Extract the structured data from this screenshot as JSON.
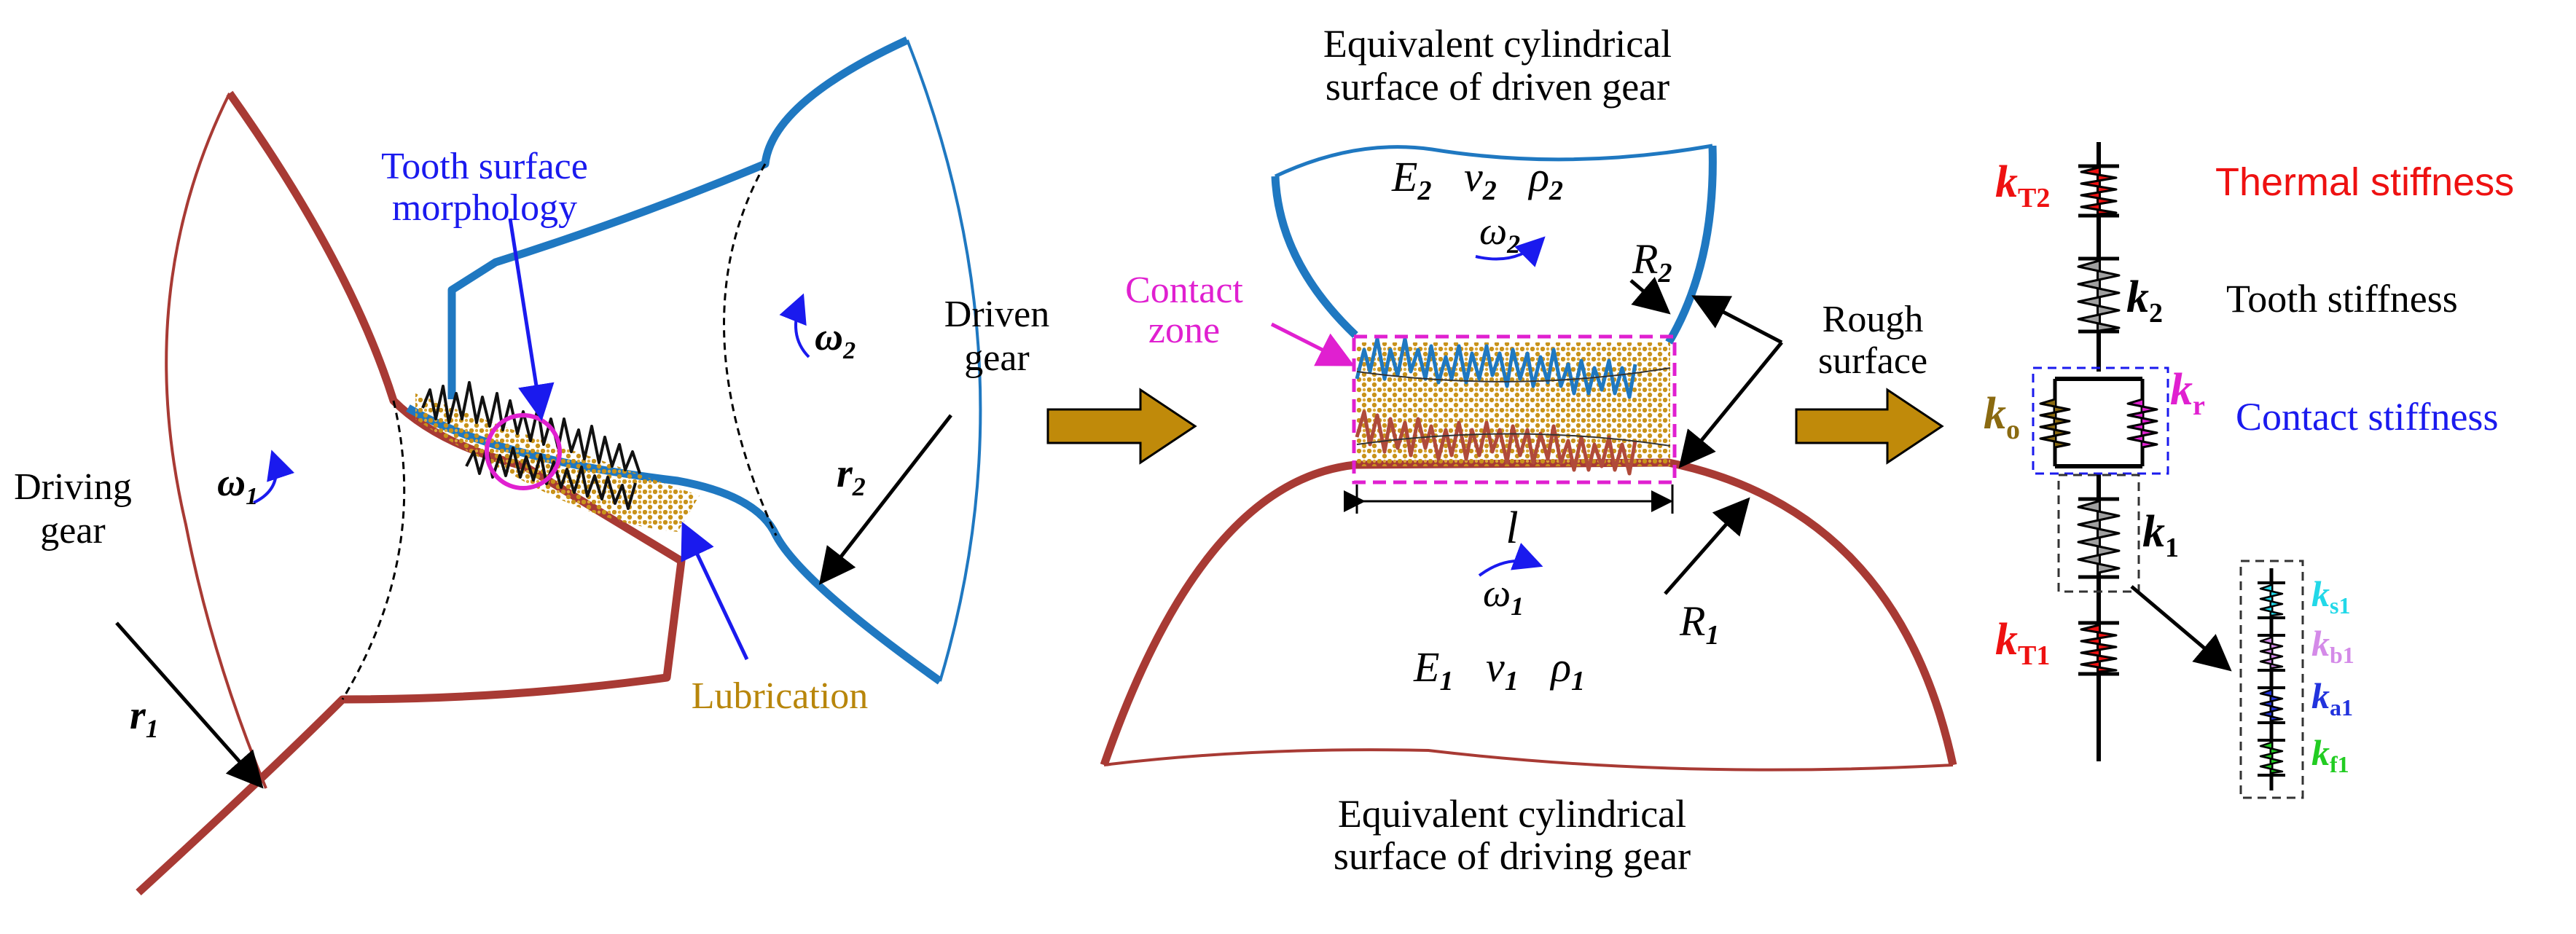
{
  "colors": {
    "driving_gear": "#a83a34",
    "driven_gear": "#1f78c1",
    "annotation_blue": "#1a1aee",
    "lubrication": "#b8860b",
    "contact_zone": "#e020d0",
    "arrow_fill": "#c08a0a",
    "thermal_red": "#ee1111",
    "tooth_gray": "#a0a0a0",
    "contact_blue": "#1a1aee",
    "ko_brown": "#8a6a10",
    "kr_magenta": "#e020d0",
    "ks1_cyan": "#22d8e8",
    "kb1_lavender": "#d48ae8",
    "ka1_blue": "#2233dd",
    "kf1_green": "#22cc22"
  },
  "panel1": {
    "label_tooth_surface_1": "Tooth surface",
    "label_tooth_surface_2": "morphology",
    "label_lubrication": "Lubrication",
    "label_driving_1": "Driving",
    "label_driving_2": "gear",
    "label_driven_1": "Driven",
    "label_driven_2": "gear",
    "omega1": "ω",
    "omega1_sub": "1",
    "omega2": "ω",
    "omega2_sub": "2",
    "r1": "r",
    "r1_sub": "1",
    "r2": "r",
    "r2_sub": "2"
  },
  "panel2": {
    "top_title_1": "Equivalent cylindrical",
    "top_title_2": "surface of driven gear",
    "bottom_title_1": "Equivalent cylindrical",
    "bottom_title_2": "surface of driving gear",
    "contact_zone_1": "Contact",
    "contact_zone_2": "zone",
    "rough_surface_1": "Rough",
    "rough_surface_2": "surface",
    "E2": "E",
    "E2_sub": "2",
    "v2": "v",
    "v2_sub": "2",
    "rho2": "ρ",
    "rho2_sub": "2",
    "E1": "E",
    "E1_sub": "1",
    "v1": "v",
    "v1_sub": "1",
    "rho1": "ρ",
    "rho1_sub": "1",
    "omega1": "ω",
    "omega1_sub": "1",
    "omega2": "ω",
    "omega2_sub": "2",
    "R1": "R",
    "R1_sub": "1",
    "R2": "R",
    "R2_sub": "2",
    "l": "l"
  },
  "panel3": {
    "thermal_stiffness": "Thermal stiffness",
    "tooth_stiffness": "Tooth stiffness",
    "contact_stiffness": "Contact stiffness",
    "kT2": "k",
    "kT2_sub": "T2",
    "k2": "k",
    "k2_sub": "2",
    "ko": "k",
    "ko_sub": "o",
    "kr": "k",
    "kr_sub": "r",
    "k1": "k",
    "k1_sub": "1",
    "kT1": "k",
    "kT1_sub": "T1",
    "ks1": "k",
    "ks1_sub": "s1",
    "kb1": "k",
    "kb1_sub": "b1",
    "ka1": "k",
    "ka1_sub": "a1",
    "kf1": "k",
    "kf1_sub": "f1"
  }
}
